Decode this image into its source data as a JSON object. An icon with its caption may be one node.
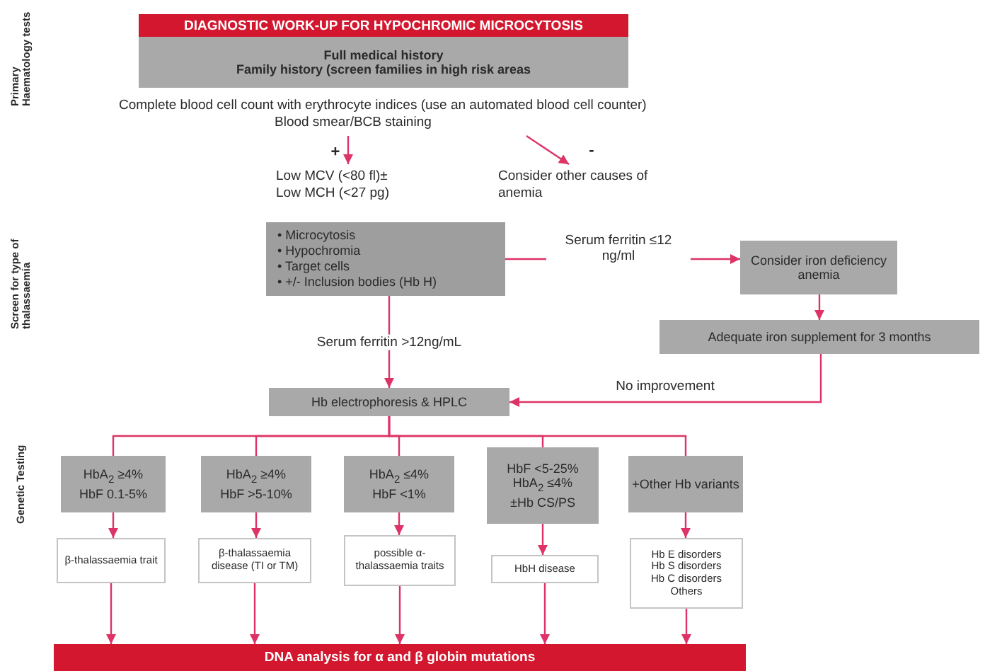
{
  "diagram": {
    "nodes": [
      {
        "text": [
          "DIAGNOSTIC WORK-UP FOR HYPOCHROMIC MICROCYTOSIS"
        ]
      },
      {
        "text": [
          "Full medical history",
          "Family history (screen families in high risk areas"
        ]
      },
      {
        "text": [
          "Complete blood cell count with erythrocyte indices (use an automated blood cell counter)",
          "Blood smear/BCB staining"
        ]
      },
      {
        "text": [
          "Low MCV (<80 fl)± Low MCH (<27 pg)"
        ]
      },
      {
        "text": [
          "Consider other causes of anemia"
        ]
      },
      {
        "text": [
          "• Microcytosis",
          "• Hypochromia",
          "• Target cells",
          "• +/- Inclusion bodies (Hb H)"
        ]
      },
      {
        "text": [
          "Consider iron deficiency anemia"
        ]
      },
      {
        "text": [
          "Adequate iron supplement for 3 months"
        ]
      },
      {
        "text": [
          "Hb electrophoresis & HPLC"
        ]
      },
      {
        "text": [
          "HbA$_{2}$ ≥4%",
          "HbF 0.1-5%"
        ]
      },
      {
        "text": [
          "HbA$_{2}$ ≥4%",
          "HbF >5-10%"
        ]
      },
      {
        "text": [
          "HbA$_{2}$ ≤4%",
          "HbF <1%"
        ]
      },
      {
        "text": [
          "HbF <5-25%",
          "HbA$_{2}$ ≤4%",
          "±Hb CS/PS"
        ]
      },
      {
        "text": [
          "+Other Hb variants"
        ]
      },
      {
        "text": [
          "β-thalassaemia trait"
        ]
      },
      {
        "text": [
          "β-thalassaemia disease (TI or TM)"
        ]
      },
      {
        "text": [
          "possible α-thalassaemia traits"
        ]
      },
      {
        "text": [
          "HbH disease"
        ]
      },
      {
        "text": [
          "Hb E disorders",
          "Hb S disorders",
          "Hb C disorders",
          "Others"
        ]
      },
      {
        "text": [
          "DNA analysis for α and β globin mutations"
        ]
      }
    ],
    "edges": [
      {
        "from": 2,
        "to": 3,
        "arrow": "to",
        "label": "+"
      },
      {
        "from": 2,
        "to": 4,
        "arrow": "to",
        "label": "-"
      },
      {
        "from": 5,
        "to": 6,
        "arrow": "to",
        "label": "Serum ferritin ≤12 ng/ml"
      },
      {
        "from": 6,
        "to": 7,
        "arrow": "to"
      },
      {
        "from": 7,
        "to": 8,
        "arrow": "to",
        "label": "No improvement"
      },
      {
        "from": 5,
        "to": 8,
        "arrow": "to",
        "label": "Serum ferritin >12ng/mL"
      },
      {
        "from": 8,
        "to": 9,
        "arrow": "none"
      },
      {
        "from": 8,
        "to": 10,
        "arrow": "none"
      },
      {
        "from": 8,
        "to": 11,
        "arrow": "none"
      },
      {
        "from": 8,
        "to": 12,
        "arrow": "none"
      },
      {
        "from": 8,
        "to": 13,
        "arrow": "none"
      },
      {
        "from": 9,
        "to": 14,
        "arrow": "to"
      },
      {
        "from": 10,
        "to": 15,
        "arrow": "to"
      },
      {
        "from": 11,
        "to": 16,
        "arrow": "to"
      },
      {
        "from": 12,
        "to": 17,
        "arrow": "to"
      },
      {
        "from": 13,
        "to": 18,
        "arrow": "to"
      },
      {
        "from": 14,
        "to": 19,
        "arrow": "to"
      },
      {
        "from": 15,
        "to": 19,
        "arrow": "to"
      },
      {
        "from": 16,
        "to": 19,
        "arrow": "to"
      },
      {
        "from": 17,
        "to": 19,
        "arrow": "to"
      },
      {
        "from": 18,
        "to": 19,
        "arrow": "to"
      }
    ],
    "labels": [
      "Primary Haematology tests",
      "Screen for type of thalassaemia",
      "Genetic Testing"
    ]
  }
}
